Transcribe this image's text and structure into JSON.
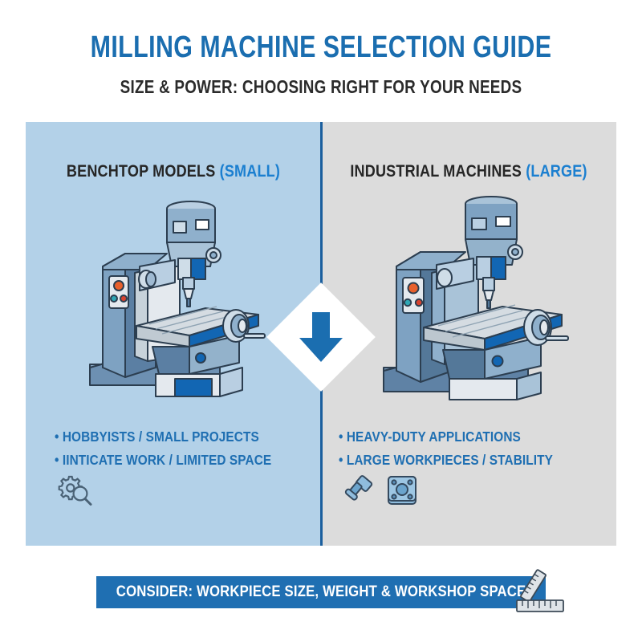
{
  "header": {
    "title": "MILLING MACHINE SELECTION GUIDE",
    "subtitle": "SIZE & POWER: CHOOSING RIGHT FOR YOUR NEEDS",
    "title_color": "#1b6eb0",
    "subtitle_color": "#2b2b2b"
  },
  "columns": [
    {
      "id": "benchtop",
      "heading_main": "BENCHTOP MODELS",
      "heading_accent": "(SMALL)",
      "background_color": "#b3d1e8",
      "illustration": "milling-machine-benchtop",
      "bullets": [
        "• HOBBYISTS / SMALL PROJECTS",
        "• IINTICATE WORK / LIMITED SPACE"
      ],
      "icons": [
        "gear-magnifier-icon"
      ]
    },
    {
      "id": "industrial",
      "heading_main": "INDUSTRIAL MACHINES",
      "heading_accent": "(LARGE)",
      "background_color": "#dcdcdc",
      "illustration": "milling-machine-industrial",
      "bullets": [
        "• HEAVY-DUTY APPLICATIONS",
        "• LARGE WORKPIECES / STABILITY"
      ],
      "icons": [
        "hammer-icon",
        "flange-plate-icon"
      ]
    }
  ],
  "divider": {
    "icon": "down-arrow-icon",
    "line_color": "#1b5f9e",
    "arrow_color": "#1b6eb0"
  },
  "footer": {
    "text": "CONSIDER: WORKPIECE SIZE, WEIGHT & WORKSHOP SPACE",
    "background_color": "#1f6fb2",
    "text_color": "#ffffff",
    "icon": "ruler-icon"
  },
  "palette": {
    "accent_blue": "#1b6eb0",
    "bright_blue": "#1b7fd0",
    "bullet_blue": "#1f6fb2",
    "machine_dark": "#5b7fa3",
    "machine_mid": "#7fa3c4",
    "machine_light": "#dfe4e8",
    "machine_stripe": "#1266b3",
    "outline": "#2c3e50"
  }
}
